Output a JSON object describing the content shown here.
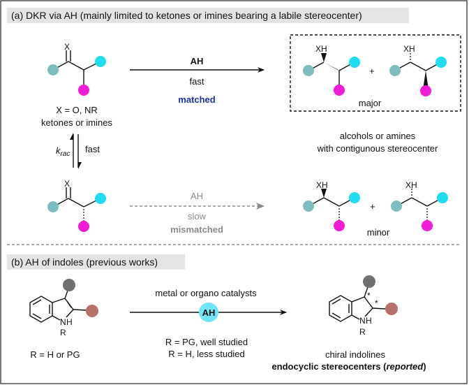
{
  "section_a": {
    "header": "(a) DKR via AH  (mainly limited to ketones or imines bearing a labile stereocenter)",
    "substrate_caption_1": "X = O, NR",
    "substrate_caption_2": "ketones or imines",
    "atom_x": "X",
    "atom_xh": "XH",
    "top_arrow_label": "AH",
    "top_arrow_speed": "fast",
    "top_arrow_match": "matched",
    "plus": "+",
    "major_label": "major",
    "product_caption_1": "alcohols or amines",
    "product_caption_2": "with contigunous stereocenter",
    "krac_main": "k",
    "krac_sub": "rac",
    "equilibrium_speed": "fast",
    "bottom_arrow_label": "AH",
    "bottom_arrow_speed": "slow",
    "bottom_arrow_match": "mismatched",
    "minor_label": "minor"
  },
  "section_b": {
    "header": "(b) AH of indoles (previous works)",
    "atom_n": "N",
    "atom_h": "H",
    "atom_r": "R",
    "substrate_caption": "R = H or PG",
    "arrow_top_label": "metal or organo catalysts",
    "arrow_badge": "AH",
    "note_1": "R = PG, well studied",
    "note_2": "R = H, less studied",
    "star": "*",
    "product_caption_1": "chiral indolines",
    "product_caption_2_bold": "endocyclic stereocenters (",
    "product_caption_2_italic": "reported",
    "product_caption_2_end": ")"
  },
  "colors": {
    "teal": "#7dbdbd",
    "cyan": "#1fdcf0",
    "magenta": "#f01cd8",
    "grey_ball": "#707070",
    "rose": "#b8706d",
    "badge": "#6fe6f7",
    "header_bg": "#e4e4e4",
    "blue_text": "#1a2fa3"
  }
}
